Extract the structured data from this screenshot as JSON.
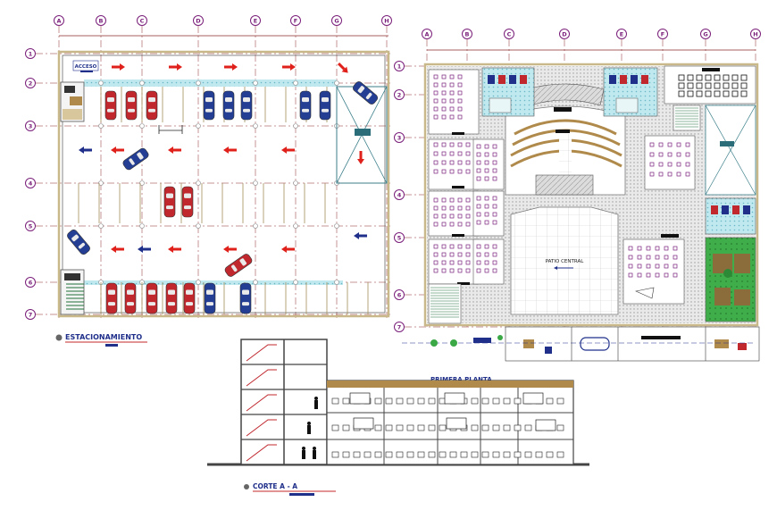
{
  "parking": {
    "title": "ESTACIONAMIENTO",
    "entry_label": "ACCESO",
    "col_labels": [
      "A",
      "B",
      "C",
      "D",
      "E",
      "F",
      "G",
      "H"
    ],
    "row_labels": [
      "1",
      "2",
      "3",
      "4",
      "5",
      "6",
      "7"
    ]
  },
  "first_floor": {
    "title": "PRIMERA PLANTA",
    "patio_label": "PATIO CENTRAL",
    "col_labels": [
      "A",
      "B",
      "C",
      "D",
      "E",
      "F",
      "G",
      "H"
    ],
    "row_labels": [
      "1",
      "2",
      "3",
      "4",
      "5",
      "6",
      "7"
    ]
  },
  "section": {
    "title": "CORTE A - A"
  },
  "colors": {
    "grid_line": "#8a2a2a",
    "grid_bubble": "#7a1f7a",
    "car_red": "#c0282e",
    "car_blue": "#233e92",
    "arrow_red": "#e0211b",
    "title_blue": "#1f2f8a",
    "title_red": "#c62828",
    "cyan": "#9fdce6",
    "green": "#39a845",
    "olive": "#8a6d3b"
  }
}
